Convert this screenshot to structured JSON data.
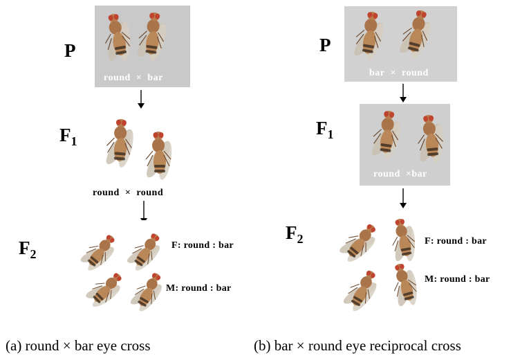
{
  "panel_a": {
    "generations": {
      "p": "P",
      "f1": "F",
      "f1_sub": "1",
      "f2": "F",
      "f2_sub": "2"
    },
    "p_cross": {
      "female": "round",
      "sign": "×",
      "male": "bar"
    },
    "f1_cross": {
      "female": "round",
      "sign": "×",
      "male": "round"
    },
    "f2_female_ratio": "F: round : bar",
    "f2_male_ratio": "M: round : bar",
    "caption": "(a) round × bar eye cross"
  },
  "panel_b": {
    "generations": {
      "p": "P",
      "f1": "F",
      "f1_sub": "1",
      "f2": "F",
      "f2_sub": "2"
    },
    "p_cross": {
      "female": "bar",
      "sign": "×",
      "male": "round"
    },
    "f1_cross": {
      "female": "round",
      "sign": "×",
      "male": "bar"
    },
    "f2_female_ratio": "F: round : bar",
    "f2_male_ratio": "M: round : bar",
    "caption": "(b) bar × round eye reciprocal cross"
  },
  "colors": {
    "photo_background": "#cfcfcf",
    "body_tan": "#b9875a",
    "eye_red": "#c0432f",
    "wing": "#d8d2c6"
  },
  "icons": [
    "fruit-fly-photo",
    "down-arrow-icon"
  ]
}
